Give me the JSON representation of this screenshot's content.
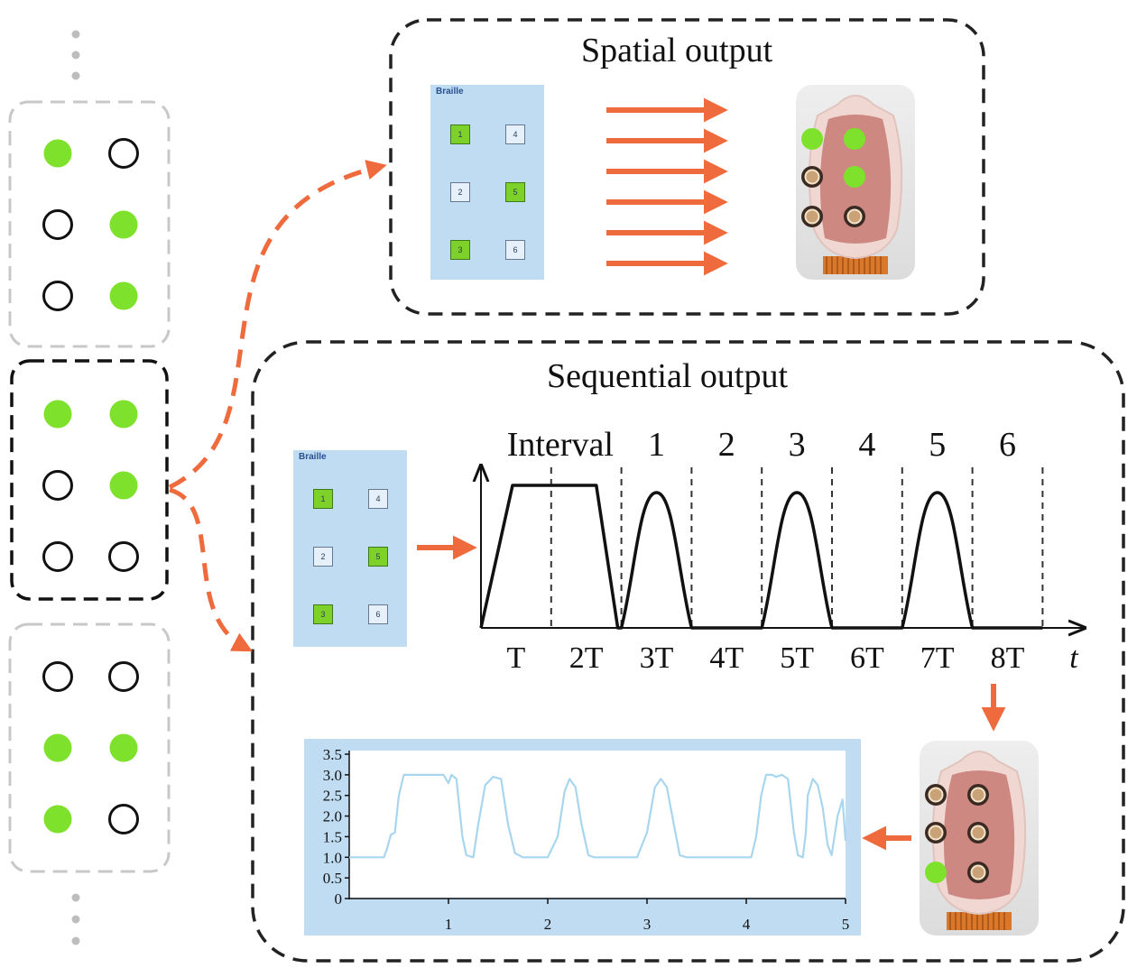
{
  "braille_column": {
    "cells": [
      {
        "state": "inactive",
        "dots": [
          1,
          0,
          0,
          0,
          1,
          1
        ]
      },
      {
        "state": "active",
        "dots": [
          1,
          0,
          0,
          1,
          1,
          0
        ]
      },
      {
        "state": "inactive",
        "dots": [
          0,
          1,
          1,
          0,
          1,
          0
        ]
      }
    ],
    "dot_fill_color": "#7ee22c",
    "ellipsis_symbol": "vertical-dots"
  },
  "spatial_panel": {
    "title": "Spatial output",
    "braille_card": {
      "title": "Braille",
      "cells": [
        {
          "label": "1",
          "on": true
        },
        {
          "label": "4",
          "on": false
        },
        {
          "label": "2",
          "on": false
        },
        {
          "label": "5",
          "on": true
        },
        {
          "label": "3",
          "on": true
        },
        {
          "label": "6",
          "on": false
        }
      ]
    },
    "parallel_arrow_count": 6,
    "device_photo": {
      "active_dots": [
        1,
        0,
        0,
        1,
        1,
        0
      ]
    }
  },
  "sequential_panel": {
    "title": "Sequential output",
    "braille_card": {
      "title": "Braille",
      "cells": [
        {
          "label": "1",
          "on": true
        },
        {
          "label": "4",
          "on": false
        },
        {
          "label": "2",
          "on": false
        },
        {
          "label": "5",
          "on": true
        },
        {
          "label": "3",
          "on": true
        },
        {
          "label": "6",
          "on": false
        }
      ]
    },
    "timing_diagram": {
      "segment_labels": [
        "Interval",
        "1",
        "2",
        "3",
        "4",
        "5",
        "6"
      ],
      "time_labels": [
        "T",
        "2T",
        "3T",
        "4T",
        "5T",
        "6T",
        "7T",
        "8T"
      ],
      "axis_label": "t",
      "pulses": [
        1,
        0,
        1,
        0,
        1,
        0
      ]
    },
    "device_photo": {
      "active_dots": [
        0,
        0,
        1,
        0,
        0,
        0
      ]
    },
    "signal_chart": {
      "y_ticks": [
        "0",
        "0.5",
        "1.0",
        "1.5",
        "2.0",
        "2.5",
        "3.0",
        "3.5"
      ],
      "x_ticks": [
        "1",
        "2",
        "3",
        "4",
        "5"
      ]
    }
  },
  "chart_data": {
    "type": "line",
    "title": "",
    "xlabel": "",
    "ylabel": "",
    "xlim": [
      0,
      5
    ],
    "ylim": [
      0,
      3.5
    ],
    "line_color": "#a8d6ee",
    "series": [
      {
        "x": [
          0,
          0.35,
          0.38,
          0.42,
          0.46,
          0.5,
          0.55,
          0.62,
          0.95,
          1.0,
          1.03,
          1.08,
          1.14,
          1.18,
          1.25,
          1.3,
          1.37,
          1.45,
          1.53,
          1.6,
          1.67,
          1.75,
          2.0,
          2.1,
          2.17,
          2.22,
          2.28,
          2.34,
          2.41,
          2.47,
          2.55,
          2.9,
          3.0,
          3.08,
          3.14,
          3.2,
          3.27,
          3.33,
          3.4,
          3.48,
          3.55,
          3.62,
          3.72,
          3.8,
          4.05,
          4.1,
          4.15,
          4.2,
          4.26,
          4.3,
          4.36,
          4.42,
          4.48,
          4.52,
          4.57,
          4.6,
          4.62,
          4.67,
          4.72,
          4.77,
          4.82,
          4.86,
          4.92,
          4.97,
          5.0
        ],
        "y": [
          1.0,
          1.0,
          1.2,
          1.55,
          1.6,
          2.5,
          3.0,
          3.0,
          3.0,
          2.8,
          3.0,
          2.9,
          1.5,
          1.05,
          1.0,
          1.8,
          2.75,
          2.95,
          2.9,
          1.8,
          1.1,
          1.0,
          1.0,
          1.5,
          2.6,
          2.9,
          2.7,
          1.8,
          1.05,
          1.0,
          1.0,
          1.0,
          1.6,
          2.7,
          2.9,
          2.7,
          1.8,
          1.05,
          1.0,
          1.0,
          1.0,
          1.0,
          1.0,
          1.0,
          1.0,
          1.5,
          2.5,
          3.0,
          3.0,
          2.95,
          3.0,
          2.9,
          1.6,
          1.05,
          1.0,
          1.6,
          2.5,
          2.9,
          2.75,
          2.2,
          1.3,
          1.05,
          2.0,
          2.4,
          1.4
        ]
      }
    ]
  }
}
